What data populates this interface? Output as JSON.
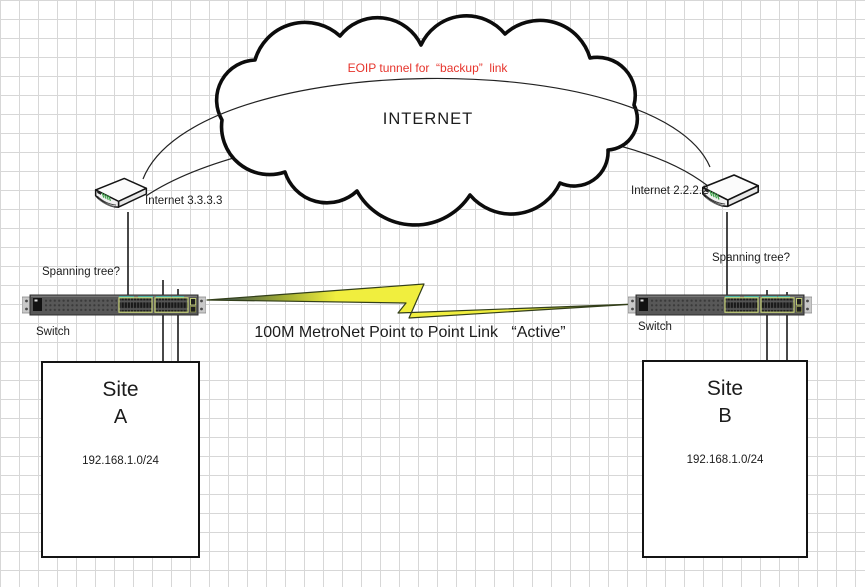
{
  "cloud": {
    "label": "INTERNET",
    "tunnel_label": "EOIP tunnel for  “backup”  link",
    "tunnel_label_color": "#e6342c"
  },
  "routers": {
    "left": {
      "label": "Internet 3.3.3.3"
    },
    "right": {
      "label": "Internet 2.2.2.2"
    }
  },
  "switches": {
    "left": {
      "label": "Switch",
      "note": "Spanning tree?"
    },
    "right": {
      "label": "Switch",
      "note": "Spanning tree?"
    }
  },
  "link": {
    "label": "100M MetroNet Point to Point Link   “Active”",
    "bolt_color": "#f0ee3e",
    "tip_color": "#3f5c7e",
    "led_green": "#3da44a"
  },
  "sites": {
    "a": {
      "name": "Site",
      "letter": "A",
      "subnet": "192.168.1.0/24"
    },
    "b": {
      "name": "Site",
      "letter": "B",
      "subnet": "192.168.1.0/24"
    }
  }
}
